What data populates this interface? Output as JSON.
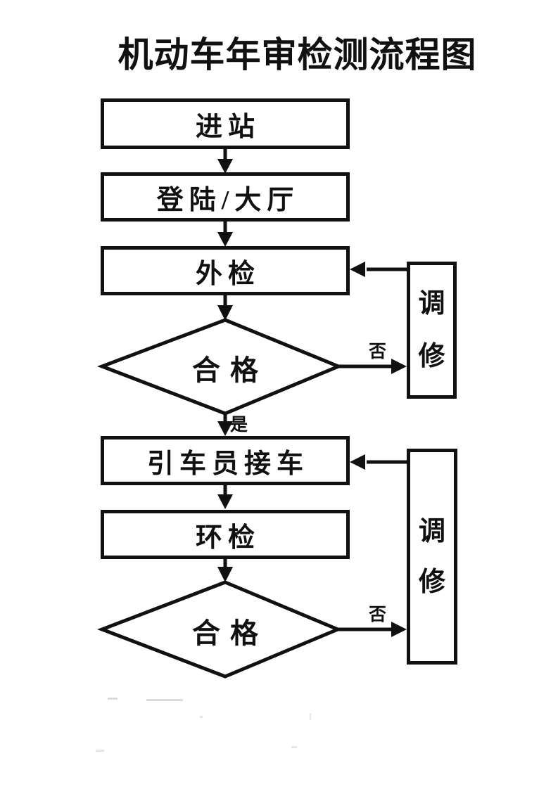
{
  "title": "机动车年审检测流程图",
  "colors": {
    "line": "#111111",
    "background": "#ffffff",
    "text": "#111111"
  },
  "nodes": {
    "enter_station": {
      "label": "进站",
      "shape": "rectangle"
    },
    "login_hall": {
      "label": "登陆/大厅",
      "shape": "rectangle"
    },
    "external_inspection": {
      "label": "外检",
      "shape": "rectangle"
    },
    "pass_check_1": {
      "label": "合格",
      "shape": "diamond"
    },
    "repair_1": {
      "label": "调修",
      "shape": "rectangle"
    },
    "driver_pickup": {
      "label": "引车员接车",
      "shape": "rectangle"
    },
    "env_inspection": {
      "label": "环检",
      "shape": "rectangle"
    },
    "pass_check_2": {
      "label": "合格",
      "shape": "diamond"
    },
    "repair_2": {
      "label": "调修",
      "shape": "rectangle"
    }
  },
  "edge_labels": {
    "yes": "是",
    "no_1": "否",
    "no_2": "否"
  },
  "edges": [
    {
      "from": "enter_station",
      "to": "login_hall",
      "label": ""
    },
    {
      "from": "login_hall",
      "to": "external_inspection",
      "label": ""
    },
    {
      "from": "external_inspection",
      "to": "pass_check_1",
      "label": ""
    },
    {
      "from": "pass_check_1",
      "to": "driver_pickup",
      "label": "是"
    },
    {
      "from": "pass_check_1",
      "to": "repair_1",
      "label": "否"
    },
    {
      "from": "repair_1",
      "to": "external_inspection",
      "label": ""
    },
    {
      "from": "driver_pickup",
      "to": "env_inspection",
      "label": ""
    },
    {
      "from": "env_inspection",
      "to": "pass_check_2",
      "label": ""
    },
    {
      "from": "pass_check_2",
      "to": "repair_2",
      "label": "否"
    },
    {
      "from": "repair_2",
      "to": "driver_pickup",
      "label": ""
    }
  ]
}
